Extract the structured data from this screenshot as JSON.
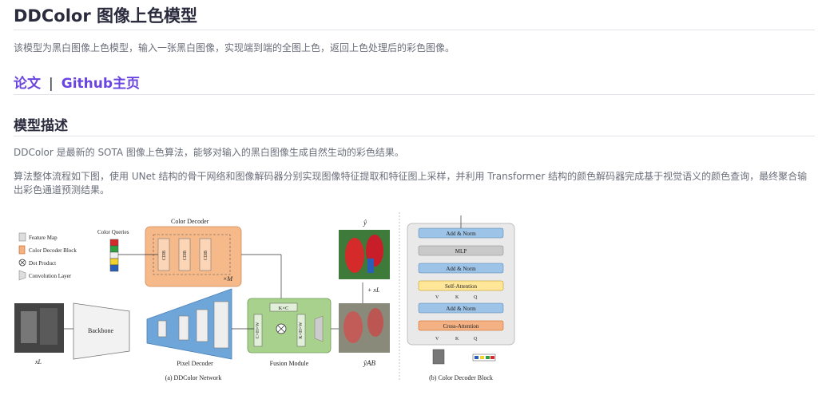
{
  "title": "DDColor 图像上色模型",
  "intro": "该模型为黑白图像上色模型，输入一张黑白图像，实现端到端的全图上色，返回上色处理后的彩色图像。",
  "links": {
    "paper": "论文",
    "separator": "|",
    "github": "Github主页"
  },
  "section_title": "模型描述",
  "desc1": "DDColor 是最新的 SOTA 图像上色算法，能够对输入的黑白图像生成自然生动的彩色结果。",
  "desc2": "算法整体流程如下图，使用 UNet 结构的骨干网络和图像解码器分别实现图像特征提取和特征图上采样，并利用 Transformer 结构的颜色解码器完成基于视觉语义的颜色查询，最终聚合输出彩色通道预测结果。",
  "figure": {
    "legend": [
      "Feature Map",
      "Color Decoder Block",
      "Dot Product",
      "Convolution Layer"
    ],
    "color_queries": "Color Queries",
    "color_decoder": "Color Decoder",
    "cdb": "CDB",
    "xM": "×M",
    "backbone": "Backbone",
    "pixel_decoder": "Pixel Decoder",
    "fusion_module": "Fusion Module",
    "kc": "K×C",
    "chw": "C×H×W",
    "khw": "K×H×W",
    "y_hat": "ŷ",
    "y_hat_ab": "ŷAB",
    "plus_xl": "+ xL",
    "x_l": "xL",
    "caption_a": "(a) DDColor Network",
    "caption_b": "(b) Color Decoder Block",
    "block_layers": [
      "Add & Norm",
      "MLP",
      "Add & Norm",
      "Self-Attention",
      "Add & Norm",
      "Cross-Attention"
    ],
    "qkv": [
      "V",
      "K",
      "Q"
    ]
  }
}
